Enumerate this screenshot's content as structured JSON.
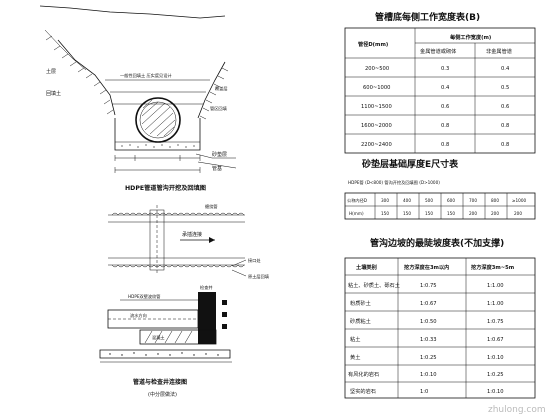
{
  "trench_section": {
    "label_ground": "土层",
    "label_fill": "回填土",
    "label_sand": "砂垫层",
    "label_backfill": "一般性回填土 压实度见设计",
    "label_cap": "覆盖层",
    "label_pipe_zone": "管区回填",
    "label_bed": "管基",
    "title": "HDPE管道管沟开挖及回填图"
  },
  "pipe_view": {
    "label_top": "缠绕管",
    "label_right": "接口处",
    "label_mid": "承插连接",
    "label_bottom": "原土层回填"
  },
  "manhole_detail": {
    "label_pipe": "HDPE双壁波纹管",
    "label_well": "检查井",
    "label_concrete": "混凝土",
    "label_flow": "流水方向",
    "title": "管道与检查井连接图",
    "subtitle": "(中分层做法)"
  },
  "width_table": {
    "title": "管槽底每侧工作宽度表(B)",
    "col_diameter": "管径D(mm)",
    "col_group": "每侧工作宽度(m)",
    "col_metal": "金属管道或砌体",
    "col_nonmetal": "非金属管道",
    "rows": [
      {
        "d": "200~500",
        "metal": "0.3",
        "nonmetal": "0.4"
      },
      {
        "d": "600~1000",
        "metal": "0.4",
        "nonmetal": "0.5"
      },
      {
        "d": "1100~1500",
        "metal": "0.6",
        "nonmetal": "0.6"
      },
      {
        "d": "1600~2000",
        "metal": "0.8",
        "nonmetal": "0.8"
      },
      {
        "d": "2200~2400",
        "metal": "0.8",
        "nonmetal": "0.8"
      }
    ]
  },
  "sand_table": {
    "title": "砂垫层基础厚度E尺寸表",
    "subtitle": "HDPE管 (D<800) 管沟开挖及回填图 (D>1000)",
    "row1_label": "公称内径D",
    "row2_label": "H(mm)",
    "diameters": [
      "300",
      "400",
      "500",
      "600",
      "700",
      "800",
      "≥1000"
    ],
    "thickness": [
      "150",
      "150",
      "150",
      "150",
      "200",
      "200",
      "200"
    ]
  },
  "slope_table": {
    "title": "管沟边坡的最陡坡度表(不加支撑)",
    "col_soil": "土壤类别",
    "col_under3": "挖方深度在3m以内",
    "col_3to5": "挖方深度3m~5m",
    "rows": [
      {
        "soil": "粘土、砂质土、砾石土",
        "a": "1:0.75",
        "b": "1:1.00"
      },
      {
        "soil": "粉质砂土",
        "a": "1:0.67",
        "b": "1:1.00"
      },
      {
        "soil": "砂质粘土",
        "a": "1:0.50",
        "b": "1:0.75"
      },
      {
        "soil": "粘土",
        "a": "1:0.33",
        "b": "1:0.67"
      },
      {
        "soil": "黄土",
        "a": "1:0.25",
        "b": "1:0.10"
      },
      {
        "soil": "有风化的岩石",
        "a": "1:0.10",
        "b": "1:0.25"
      },
      {
        "soil": "坚实的岩石",
        "a": "1:0",
        "b": "1:0.10"
      }
    ]
  },
  "watermark": "zhulong.com"
}
